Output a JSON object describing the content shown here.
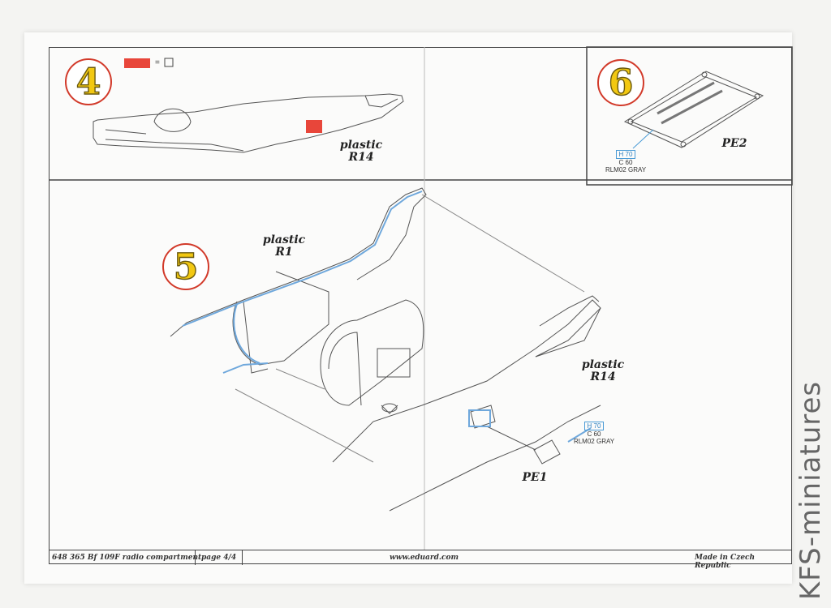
{
  "steps": {
    "s4": {
      "number": "4",
      "part_label": "plastic",
      "part_code": "R14"
    },
    "s5": {
      "number": "5",
      "part1_label": "plastic",
      "part1_code": "R1",
      "part2_label": "plastic",
      "part2_code": "R14",
      "pe_code": "PE1"
    },
    "s6": {
      "number": "6",
      "pe_code": "PE2"
    }
  },
  "legend": {
    "equals": "=",
    "color_remove": "#e8463a"
  },
  "paint": {
    "hobby": "H 70",
    "acrylic": "C 60",
    "name": "RLM02 GRAY"
  },
  "footer": {
    "product": "648 365  Bf 109F radio compartment",
    "page": "page 4/4",
    "url": "www.eduard.com",
    "origin": "Made in Czech Republic"
  },
  "watermark": "KFS-miniatures",
  "colors": {
    "step_ring": "#d23a2a",
    "step_fill": "#f2c812",
    "highlight": "#6fa8dc"
  }
}
